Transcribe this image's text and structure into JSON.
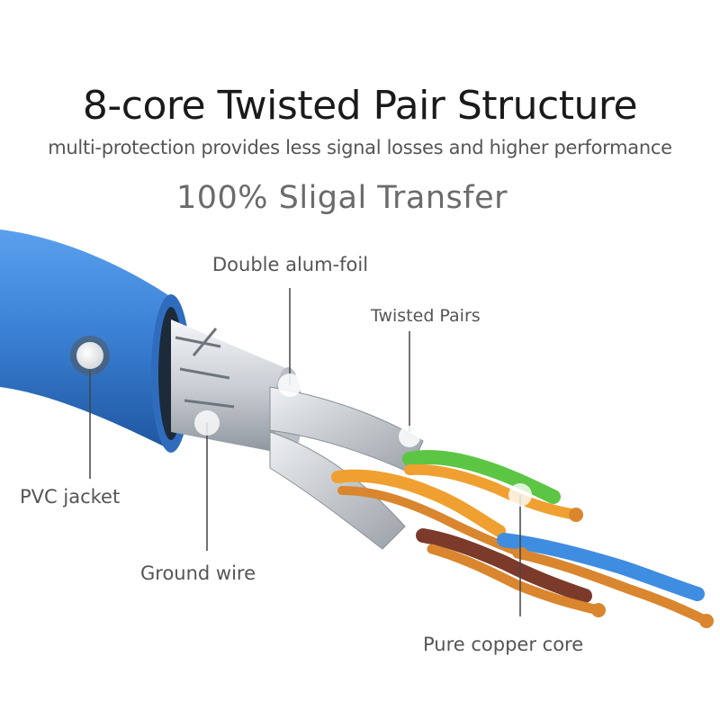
{
  "header": {
    "title": "8-core Twisted Pair Structure",
    "subtitle": "multi-protection provides less signal losses and higher performance",
    "tagline": "100% Sligal Transfer"
  },
  "callouts": {
    "double_alum_foil": "Double alum-foil",
    "twisted_pairs": "Twisted Pairs",
    "pvc_jacket": "PVC jacket",
    "ground_wire": "Ground wire",
    "pure_copper_core": "Pure copper core"
  },
  "colors": {
    "jacket": "#3b82d6",
    "jacket_dark": "#2a63b0",
    "foil": "#d9dde2",
    "copper": "#d9862f",
    "wire_orange": "#f0a030",
    "wire_green": "#5cc644",
    "wire_blue": "#3f8de0",
    "wire_brown": "#7b3a2a"
  }
}
